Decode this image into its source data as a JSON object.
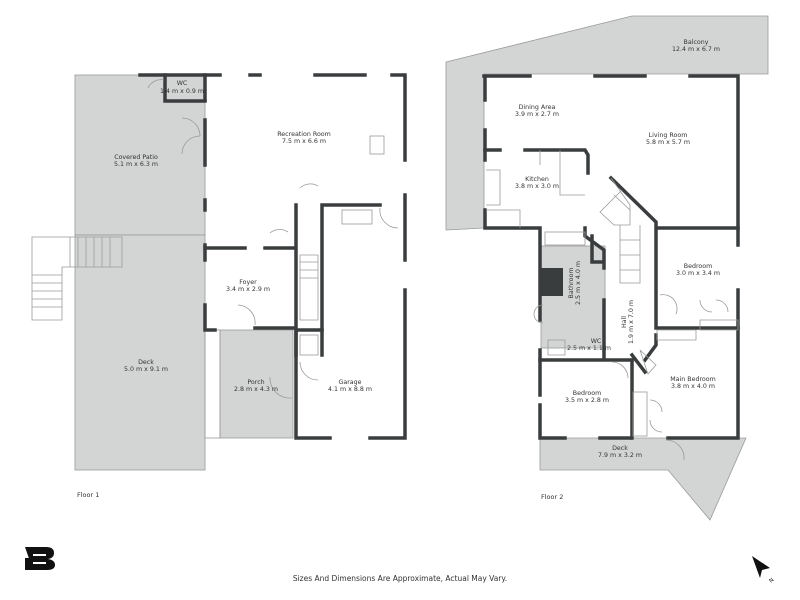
{
  "floor1": {
    "label": "Floor 1",
    "rooms": [
      {
        "name": "WC",
        "size": "1.4 m x 0.9 m"
      },
      {
        "name": "Recreation Room",
        "size": "7.5 m x 6.6 m"
      },
      {
        "name": "Covered Patio",
        "size": "5.1 m x 6.3 m"
      },
      {
        "name": "Foyer",
        "size": "3.4 m x 2.9 m"
      },
      {
        "name": "Deck",
        "size": "5.0 m x 9.1 m"
      },
      {
        "name": "Porch",
        "size": "2.8 m x 4.3 m"
      },
      {
        "name": "Garage",
        "size": "4.1 m x 8.8 m"
      }
    ]
  },
  "floor2": {
    "label": "Floor 2",
    "rooms": [
      {
        "name": "Balcony",
        "size": "12.4 m x 6.7 m"
      },
      {
        "name": "Dining Area",
        "size": "3.9 m x 2.7 m"
      },
      {
        "name": "Living Room",
        "size": "5.8 m x 5.7 m"
      },
      {
        "name": "Kitchen",
        "size": "3.8 m x 3.0 m"
      },
      {
        "name": "Bathroom",
        "size": "2.5 m x 4.0 m"
      },
      {
        "name": "Hall",
        "size": "1.9 m x 7.0 m"
      },
      {
        "name": "Bedroom",
        "size": "3.0 m x 3.4 m"
      },
      {
        "name": "WC",
        "size": "2.5 m x 1.1 m"
      },
      {
        "name": "Main Bedroom",
        "size": "3.8 m x 4.0 m"
      },
      {
        "name": "Bedroom",
        "size": "3.5 m x 2.8 m"
      },
      {
        "name": "Deck",
        "size": "7.9 m x 3.2 m"
      }
    ]
  },
  "footer": {
    "disclaimer": "Sizes And Dimensions Are Approximate, Actual May Vary.",
    "north_label": "N"
  },
  "icons": {
    "logo": "brand-logo",
    "north": "north-arrow-icon"
  },
  "colors": {
    "outdoor_area": "#d3d5d5",
    "wall": "#3a3d3e"
  }
}
